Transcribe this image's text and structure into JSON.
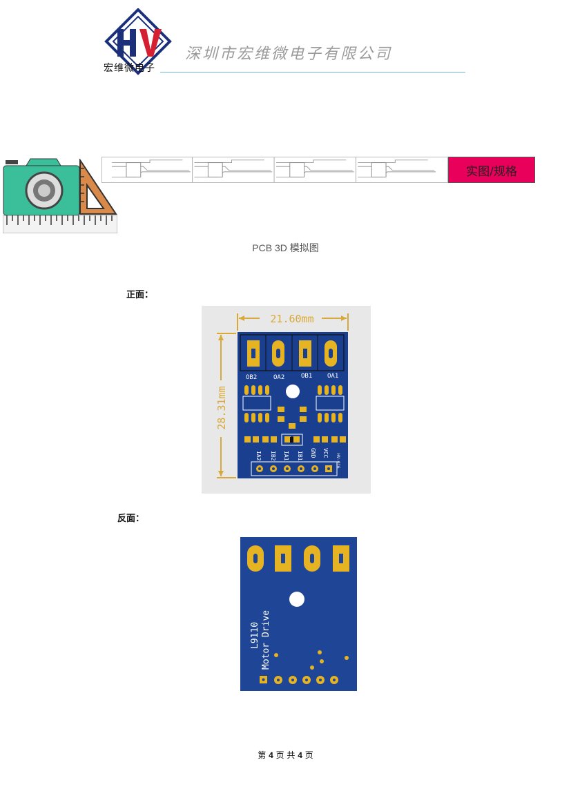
{
  "header": {
    "logo_text": "HV",
    "logo_caption": "宏维微电子",
    "company_name": "深圳市宏维微电子有限公司"
  },
  "section": {
    "tag": "实图/规格",
    "camera_icon": "camera-icon",
    "ruler_icon": "ruler-icon",
    "triangle_icon": "set-square-icon"
  },
  "page_subtitle": "PCB 3D 模拟图",
  "front": {
    "label": "正面：",
    "width_dim": "21.60mm",
    "height_dim": "28.31mm",
    "pad_labels_top": [
      "OB2",
      "OA2",
      "OB1",
      "OA1"
    ],
    "pin_labels": [
      "IA2",
      "IB2",
      "IA1",
      "IB1",
      "GND",
      "VCC"
    ],
    "board_id": "HV-016"
  },
  "back": {
    "label": "反面：",
    "chip_name": "L9110",
    "board_title": "Motor Drive"
  },
  "footer": {
    "prefix": "第",
    "page": "4",
    "mid": "页 共",
    "total": "4",
    "suffix": "页"
  },
  "colors": {
    "pcb_blue": "#1a3f8f",
    "pad_gold": "#e6b422",
    "dimension_gold": "#d8a83a",
    "tag_magenta": "#e8005a",
    "camera_teal": "#3bbf9b"
  }
}
